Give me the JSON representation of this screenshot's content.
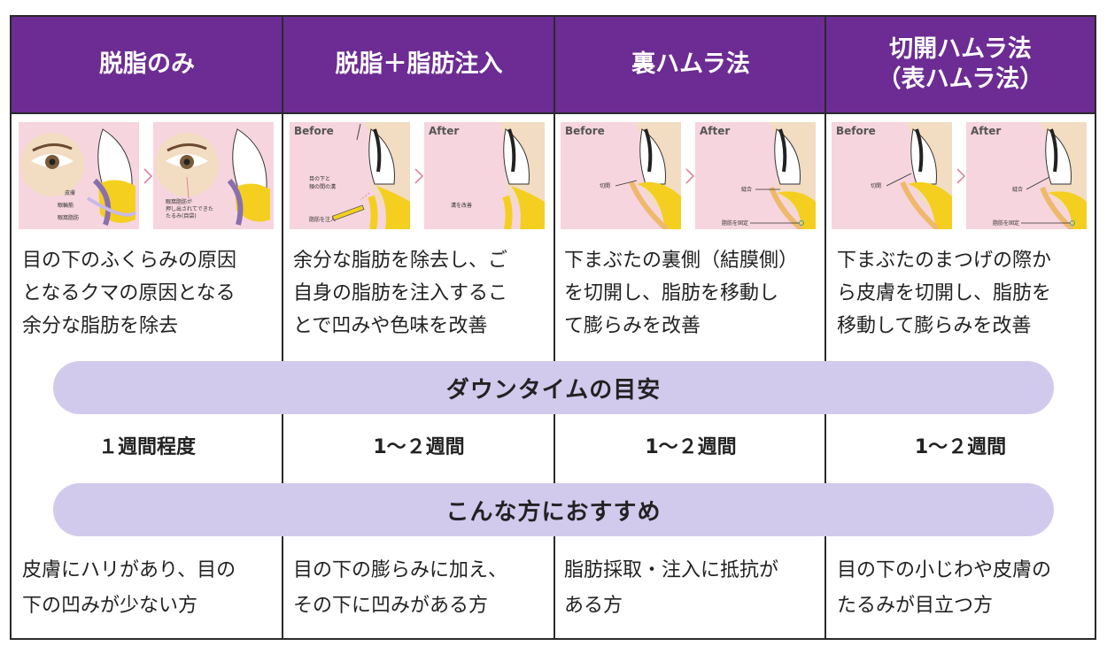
{
  "columns": [
    {
      "title_lines": [
        "脱脂のみ"
      ],
      "before_label": "",
      "after_label": "",
      "illus_before_labels": [
        "皮膚",
        "眼輪筋",
        "眼窩脂肪"
      ],
      "illus_after_labels": [
        "眼窩脂肪が",
        "押し出されてできた",
        "たるみ(目袋)"
      ],
      "description_lines": [
        "目の下のふくらみの原因",
        "となるクマの原因となる",
        "余分な脂肪を除去"
      ],
      "downtime": "１週間程度",
      "recommend_lines": [
        "皮膚にハリがあり、目の",
        "下の凹みが少ない方"
      ]
    },
    {
      "title_lines": [
        "脱脂＋脂肪注入"
      ],
      "before_label": "Before",
      "after_label": "After",
      "illus_before_labels": [
        "目の下と",
        "頬の間の溝",
        "脂肪を注入"
      ],
      "illus_after_labels": [
        "溝を改善"
      ],
      "description_lines": [
        "余分な脂肪を除去し、ご",
        "自身の脂肪を注入するこ",
        "とで凹みや色味を改善"
      ],
      "downtime": "1～２週間",
      "recommend_lines": [
        "目の下の膨らみに加え、",
        "その下に凹みがある方"
      ]
    },
    {
      "title_lines": [
        "裏ハムラ法"
      ],
      "before_label": "Before",
      "after_label": "After",
      "illus_before_labels": [
        "切開"
      ],
      "illus_after_labels": [
        "縫合",
        "脂肪を固定"
      ],
      "description_lines": [
        "下まぶたの裏側（結膜側）",
        "を切開し、脂肪を移動し",
        "て膨らみを改善"
      ],
      "downtime": "1～２週間",
      "recommend_lines": [
        "脂肪採取・注入に抵抗が",
        "ある方"
      ]
    },
    {
      "title_lines": [
        "切開ハムラ法",
        "（表ハムラ法）"
      ],
      "before_label": "Before",
      "after_label": "After",
      "illus_before_labels": [
        "切開"
      ],
      "illus_after_labels": [
        "縫合",
        "脂肪を固定"
      ],
      "description_lines": [
        "下まぶたのまつげの際か",
        "ら皮膚を切開し、脂肪を",
        "移動して膨らみを改善"
      ],
      "downtime": "1～２週間",
      "recommend_lines": [
        "目の下の小じわや皮膚の",
        "たるみが目立つ方"
      ]
    }
  ],
  "downtime_banner": "ダウンタイムの目安",
  "recommend_banner": "こんな方におすすめ",
  "colors": {
    "header_bg": "#6c2c93",
    "banner_bg": "#d2caed",
    "illus_bg": "#f6d5de",
    "fat": "#f4cf1f",
    "arrow": "#e0849c"
  }
}
